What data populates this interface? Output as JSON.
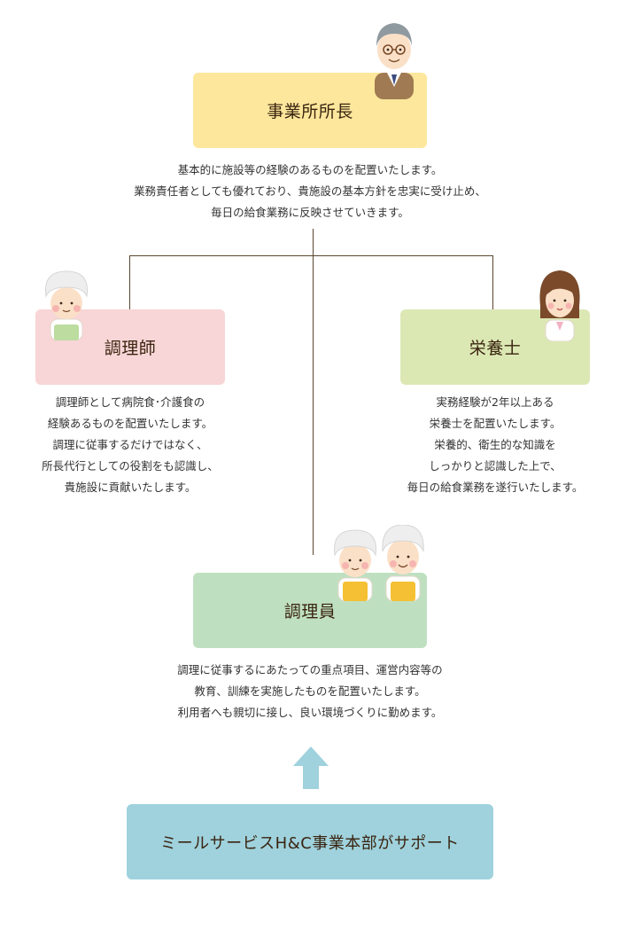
{
  "director": {
    "title": "事業所所長",
    "desc": [
      "基本的に施設等の経験のあるものを配置いたします。",
      "業務責任者としても優れており、貴施設の基本方針を忠実に受け止め、",
      "毎日の給食業務に反映させていきます。"
    ]
  },
  "chef": {
    "title": "調理師",
    "desc": [
      "調理師として病院食･介護食の",
      "経験あるものを配置いたします。",
      "調理に従事するだけではなく、",
      "所長代行としての役割をも認識し、",
      "貴施設に貢献いたします。"
    ]
  },
  "dietitian": {
    "title": "栄養士",
    "desc": [
      "実務経験が2年以上ある",
      "栄養士を配置いたします。",
      "栄養的、衛生的な知識を",
      "しっかりと認識した上で、",
      "毎日の給食業務を遂行いたします。"
    ]
  },
  "cooks": {
    "title": "調理員",
    "desc": [
      "調理に従事するにあたっての重点項目、運営内容等の",
      "教育、訓練を実施したものを配置いたします。",
      "利用者へも親切に接し、良い環境づくりに勤めます。"
    ]
  },
  "support": {
    "title": "ミールサービスH&C事業本部がサポート"
  },
  "colors": {
    "director_box": "#fde79c",
    "chef_box": "#f8d5d6",
    "dietitian_box": "#dce8b4",
    "cooks_box": "#bfe0c0",
    "support_box": "#9fd2dd",
    "arrow": "#9fd2dd",
    "lines": "#5a4630"
  },
  "icons": {
    "director": "elderly-man-glasses-icon",
    "chef": "cook-in-cap-icon",
    "dietitian": "female-dietitian-icon",
    "cooks": "two-cooks-in-caps-icon",
    "arrow": "up-arrow-icon"
  }
}
